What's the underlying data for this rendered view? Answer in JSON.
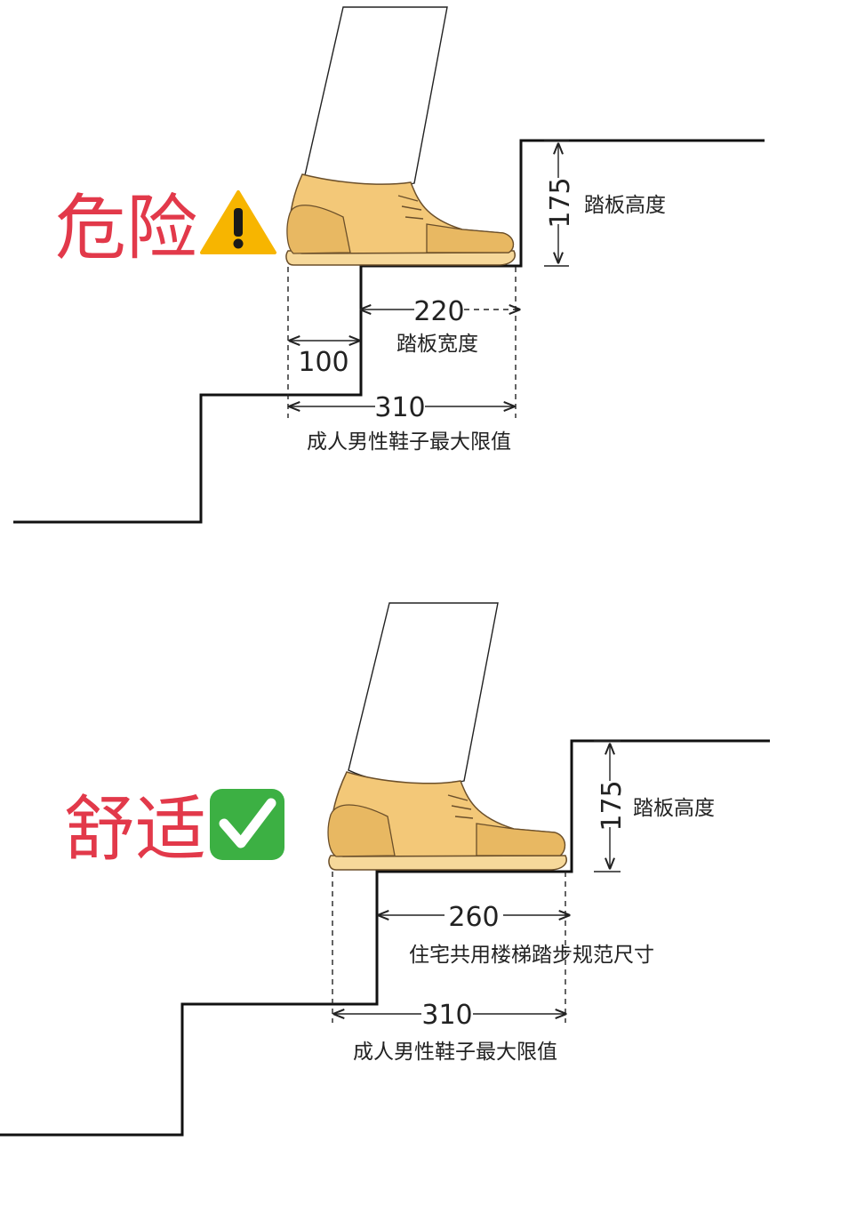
{
  "panel_top": {
    "label": "危险",
    "emoji": "⚠️",
    "riser_value": "175",
    "riser_caption": "踏板高度",
    "tread_value": "220",
    "tread_caption": "踏板宽度",
    "overhang_value": "100",
    "shoe_value": "310",
    "shoe_caption": "成人男性鞋子最大限值"
  },
  "panel_bottom": {
    "label": "舒适",
    "emoji": "✅",
    "riser_value": "175",
    "riser_caption": "踏板高度",
    "tread_value": "260",
    "tread_caption": "住宅共用楼梯踏步规范尺寸",
    "shoe_value": "310",
    "shoe_caption": "成人男性鞋子最大限值"
  },
  "colors": {
    "label": "#e2394a",
    "shoe": "#f3c878",
    "check": "#3cb043",
    "warning": "#f7b500"
  }
}
